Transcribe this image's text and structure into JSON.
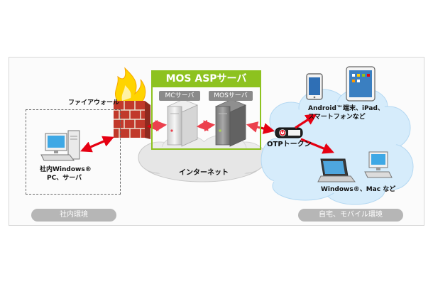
{
  "labels": {
    "mos_asp": "MOS ASPサーバ",
    "mc_server": "MCサーバ",
    "mos_server": "MOSサーバ",
    "firewall": "ファイアウォール",
    "internet": "インターネット",
    "lan_pc_line1": "社内Windows®",
    "lan_pc_line2": "PC、サーバ",
    "mobile_line1": "Android™端末、iPad、",
    "mobile_line2": "スマートフォンなど",
    "otp_token": "OTPトークン",
    "pc_mac": "Windows®、Mac など",
    "zone_office": "社内環境",
    "zone_home": "自宅、モバイル環境"
  },
  "colors": {
    "accent_green": "#8dc21f",
    "arrow_red": "#e60012",
    "cloud_blue": "#d6ecfb",
    "cloud_gray": "#e6e6e6",
    "pill_gray": "#b6b6b6"
  }
}
